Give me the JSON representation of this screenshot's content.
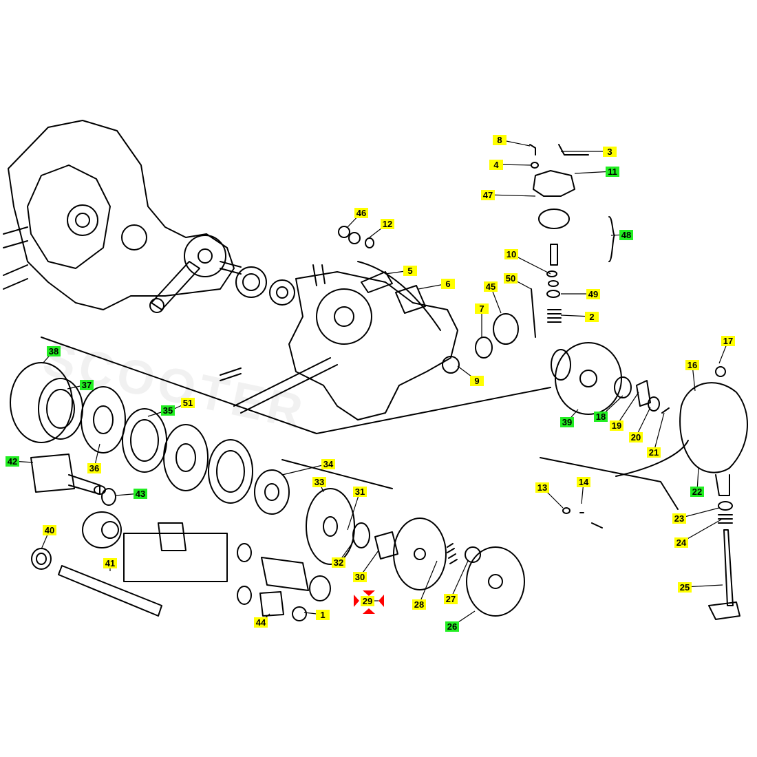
{
  "colors": {
    "yellow_label": "#ffff00",
    "green_label": "#22ee22",
    "line": "#000000",
    "marker": "#ff0000"
  },
  "watermark": "SCOOTER",
  "labels": [
    {
      "id": "8",
      "color": "yellow",
      "icon": "screw"
    },
    {
      "id": "3",
      "color": "yellow",
      "icon": "lever"
    },
    {
      "id": "4",
      "color": "yellow",
      "icon": "washer"
    },
    {
      "id": "11",
      "color": "green",
      "icon": "housing"
    },
    {
      "id": "47",
      "color": "yellow",
      "icon": "gasket"
    },
    {
      "id": "46",
      "color": "yellow",
      "icon": "bearing-pair"
    },
    {
      "id": "12",
      "color": "yellow",
      "icon": "circlip"
    },
    {
      "id": "48",
      "color": "green",
      "icon": "gear-assembly"
    },
    {
      "id": "10",
      "color": "yellow",
      "icon": "washer"
    },
    {
      "id": "5",
      "color": "yellow",
      "icon": "pin"
    },
    {
      "id": "6",
      "color": "yellow",
      "icon": "bushing"
    },
    {
      "id": "45",
      "color": "yellow",
      "icon": "gear"
    },
    {
      "id": "50",
      "color": "yellow",
      "icon": "shaft"
    },
    {
      "id": "49",
      "color": "yellow",
      "icon": "washer"
    },
    {
      "id": "7",
      "color": "yellow",
      "icon": "gear"
    },
    {
      "id": "2",
      "color": "yellow",
      "icon": "spring"
    },
    {
      "id": "17",
      "color": "yellow",
      "icon": "plug"
    },
    {
      "id": "38",
      "color": "green",
      "icon": "snap-ring"
    },
    {
      "id": "16",
      "color": "yellow",
      "icon": "cover"
    },
    {
      "id": "9",
      "color": "yellow",
      "icon": "seal"
    },
    {
      "id": "37",
      "color": "green",
      "icon": "clutch-plate"
    },
    {
      "id": "51",
      "color": "yellow",
      "icon": "clutch-plate"
    },
    {
      "id": "35",
      "color": "green",
      "icon": "clutch-plate"
    },
    {
      "id": "39",
      "color": "green",
      "icon": "clutch-bell"
    },
    {
      "id": "18",
      "color": "green",
      "icon": "washer"
    },
    {
      "id": "19",
      "color": "yellow",
      "icon": "lock-plate"
    },
    {
      "id": "20",
      "color": "yellow",
      "icon": "nut"
    },
    {
      "id": "21",
      "color": "yellow",
      "icon": "pin"
    },
    {
      "id": "42",
      "color": "green",
      "icon": "gear-cluster"
    },
    {
      "id": "36",
      "color": "yellow",
      "icon": "friction-disc"
    },
    {
      "id": "34",
      "color": "yellow",
      "icon": "gear"
    },
    {
      "id": "22",
      "color": "green",
      "icon": "cover"
    },
    {
      "id": "13",
      "color": "yellow",
      "icon": "washer"
    },
    {
      "id": "14",
      "color": "yellow",
      "icon": "bolt"
    },
    {
      "id": "33",
      "color": "yellow",
      "icon": "disc"
    },
    {
      "id": "31",
      "color": "yellow",
      "icon": "pin"
    },
    {
      "id": "43",
      "color": "green",
      "icon": "washer"
    },
    {
      "id": "23",
      "color": "yellow",
      "icon": "washer"
    },
    {
      "id": "40",
      "color": "yellow",
      "icon": "washer"
    },
    {
      "id": "24",
      "color": "yellow",
      "icon": "spring"
    },
    {
      "id": "41",
      "color": "yellow",
      "icon": "shaft"
    },
    {
      "id": "32",
      "color": "yellow",
      "icon": "ring"
    },
    {
      "id": "30",
      "color": "yellow",
      "icon": "bushing"
    },
    {
      "id": "25",
      "color": "yellow",
      "icon": "shaft"
    },
    {
      "id": "29",
      "color": "yellow",
      "icon": "spring-clip"
    },
    {
      "id": "28",
      "color": "yellow",
      "icon": "spring"
    },
    {
      "id": "27",
      "color": "yellow",
      "icon": "ball"
    },
    {
      "id": "1",
      "color": "yellow",
      "icon": "ring"
    },
    {
      "id": "44",
      "color": "yellow",
      "icon": "bushing"
    },
    {
      "id": "26",
      "color": "green",
      "icon": "pressure-plate"
    }
  ]
}
